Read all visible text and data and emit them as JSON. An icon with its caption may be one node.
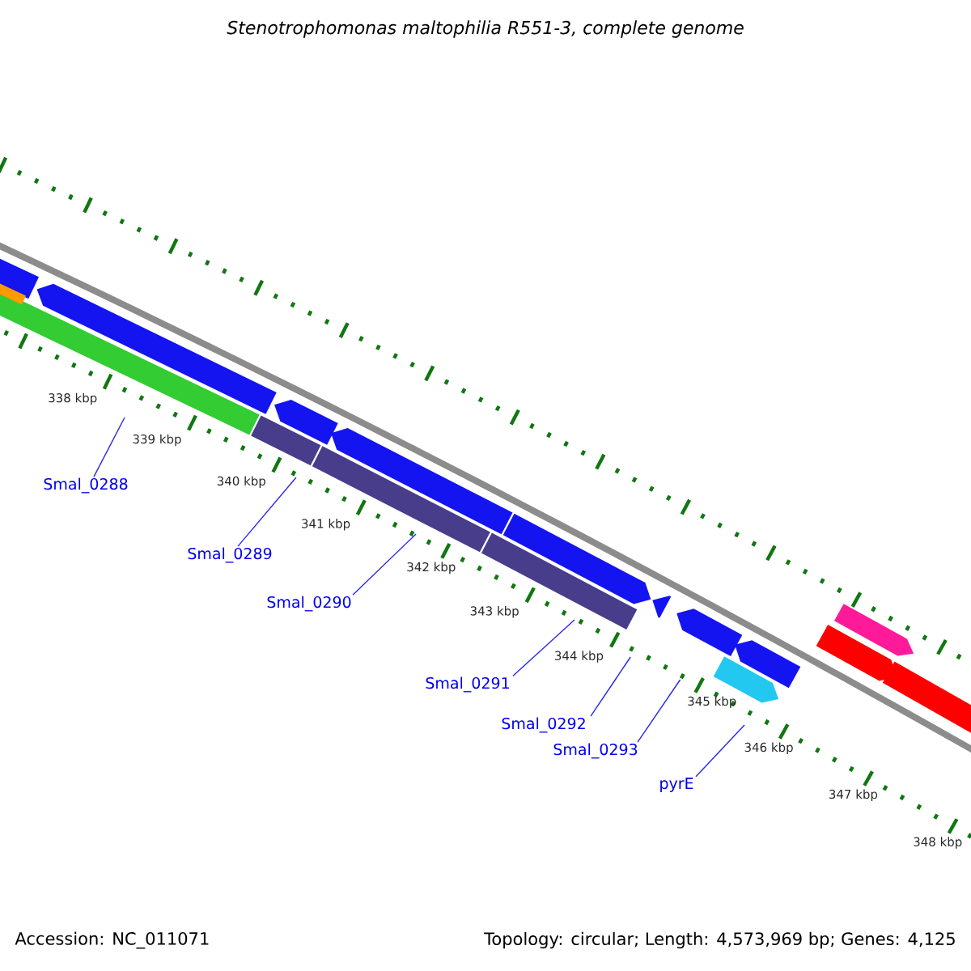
{
  "diagram": {
    "title": "Stenotrophomonas maltophilia R551-3, complete genome",
    "nodes": [
      {
        "text": [
          "Smal_0288"
        ]
      },
      {
        "text": [
          "Smal_0289"
        ]
      },
      {
        "text": [
          "Smal_0290"
        ]
      },
      {
        "text": [
          "Smal_0291"
        ]
      },
      {
        "text": [
          "Smal_0292"
        ]
      },
      {
        "text": [
          "Smal_0293"
        ]
      },
      {
        "text": [
          "pyrE"
        ]
      }
    ],
    "edges": [
      {
        "from": 0,
        "to": null,
        "arrow": "none"
      },
      {
        "from": 1,
        "to": null,
        "arrow": "none"
      },
      {
        "from": 2,
        "to": null,
        "arrow": "none"
      },
      {
        "from": 3,
        "to": null,
        "arrow": "none"
      },
      {
        "from": 4,
        "to": null,
        "arrow": "none"
      },
      {
        "from": 5,
        "to": null,
        "arrow": "none"
      },
      {
        "from": 6,
        "to": null,
        "arrow": "none"
      }
    ],
    "labels": [
      "338 kbp",
      "339 kbp",
      "340 kbp",
      "341 kbp",
      "342 kbp",
      "343 kbp",
      "344 kbp",
      "345 kbp",
      "346 kbp",
      "347 kbp",
      "348 kbp",
      "Accession: NC_011071",
      "Topology: circular; Length: 4,573,969 bp; Genes: 4,125"
    ]
  }
}
